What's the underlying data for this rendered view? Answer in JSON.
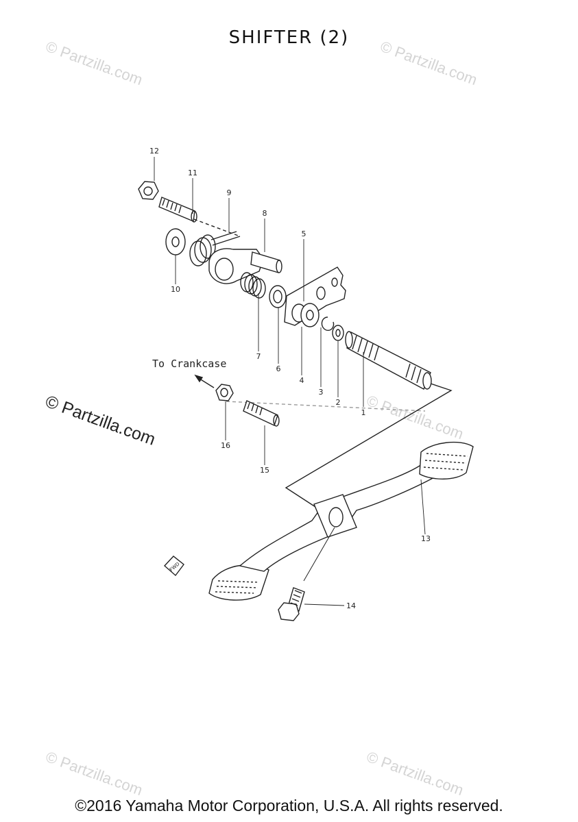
{
  "title": "SHIFTER (2)",
  "watermark": "© Partzilla.com",
  "note_to_crankcase": "To Crankcase",
  "fwd_badge": "FWD",
  "copyright": "©2016 Yamaha Motor Corporation, U.S.A. All rights reserved.",
  "callouts": [
    "1",
    "2",
    "3",
    "4",
    "5",
    "6",
    "7",
    "8",
    "9",
    "10",
    "11",
    "12",
    "13",
    "14",
    "15",
    "16"
  ]
}
